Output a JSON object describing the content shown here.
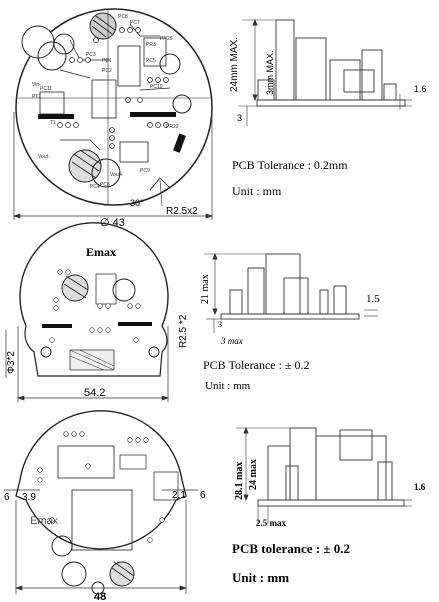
{
  "section1": {
    "diameter_label": "∅ 43",
    "radius_label": "R2.5x2",
    "angle_label": "30°",
    "height_max_label": "24mm MAX.",
    "standoff_label": "3mm MAX.",
    "thickness_label": "1.6",
    "offset_label": "3",
    "tolerance": "PCB Tolerance : 0.2mm",
    "unit": "Unit :  mm",
    "pcb_labels": [
      "PC8",
      "PC7",
      "PC1",
      "PC2",
      "PC3",
      "PC11",
      "PT1",
      "T1",
      "PC4",
      "PC6",
      "PR3",
      "PR29",
      "PR22",
      "PC10",
      "Vout-",
      "Vout+",
      "Vin-",
      "PC9",
      "PC5"
    ]
  },
  "section2": {
    "brand": "Emax",
    "width_label": "54.2",
    "radius_label": "R2.5 *2",
    "hole_label": "Φ3*2",
    "height_max_label": "21 max",
    "standoff_label": "3 max",
    "offset_label": "3",
    "thickness_label": "1.5",
    "tolerance": "PCB Tolerance : ± 0.2",
    "unit": "Unit : mm"
  },
  "section3": {
    "brand": "Emax",
    "width_label": "48",
    "left_label": "3.9",
    "right_label": "2.1",
    "side_left": "6",
    "side_right": "6",
    "height_max_label": "28.1 max",
    "height_inner_label": "24 max",
    "standoff_label": "2.5 max",
    "thickness_label": "1.6",
    "tolerance": "PCB tolerance : ± 0.2",
    "unit": "Unit : mm"
  }
}
